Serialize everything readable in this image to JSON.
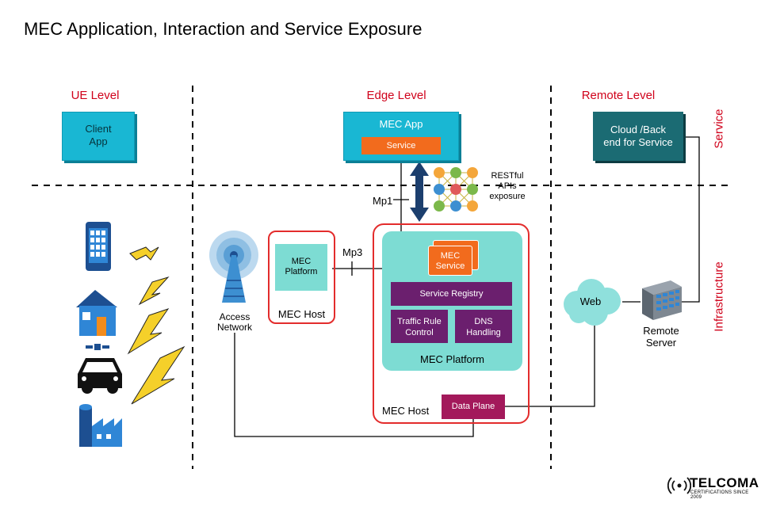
{
  "title": "MEC Application, Interaction and Service Exposure",
  "levels": {
    "ue": "UE Level",
    "edge": "Edge Level",
    "remote": "Remote Level"
  },
  "side_labels": {
    "service": "Service",
    "infrastructure": "Infrastructure"
  },
  "client_app": {
    "line1": "Client",
    "line2": "App"
  },
  "mec_app": {
    "label": "MEC App",
    "service": "Service"
  },
  "cloud": {
    "line1": "Cloud /Back",
    "line2": "end for Service"
  },
  "restful": {
    "line1": "RESTful",
    "line2": "APIs",
    "line3": "exposure"
  },
  "interfaces": {
    "mp1": "Mp1",
    "mp3": "Mp3"
  },
  "access_network": {
    "line1": "Access",
    "line2": "Network"
  },
  "small_host": {
    "platform_line1": "MEC",
    "platform_line2": "Platform",
    "host_label": "MEC Host"
  },
  "big_host": {
    "mec_service_line1": "MEC",
    "mec_service_line2": "Service",
    "service_registry": "Service Registry",
    "traffic_rule_line1": "Traffic Rule",
    "traffic_rule_line2": "Control",
    "dns_line1": "DNS",
    "dns_line2": "Handling",
    "platform_label": "MEC Platform",
    "data_plane": "Data Plane",
    "host_label": "MEC Host"
  },
  "web": "Web",
  "remote_server": {
    "line1": "Remote",
    "line2": "Server"
  },
  "logo": {
    "name": "TELCOMA",
    "tagline": "CERTIFICATIONS SINCE 2009"
  },
  "colors": {
    "accent_red": "#d0021b",
    "teal_box": "#19b7d3",
    "dark_teal": "#1b6b73",
    "orange": "#f26b1d",
    "purple": "#6b1f6e",
    "platform_bg": "#7ddcd3",
    "data_plane": "#a3195b",
    "arrow_navy": "#1c3f6e"
  }
}
